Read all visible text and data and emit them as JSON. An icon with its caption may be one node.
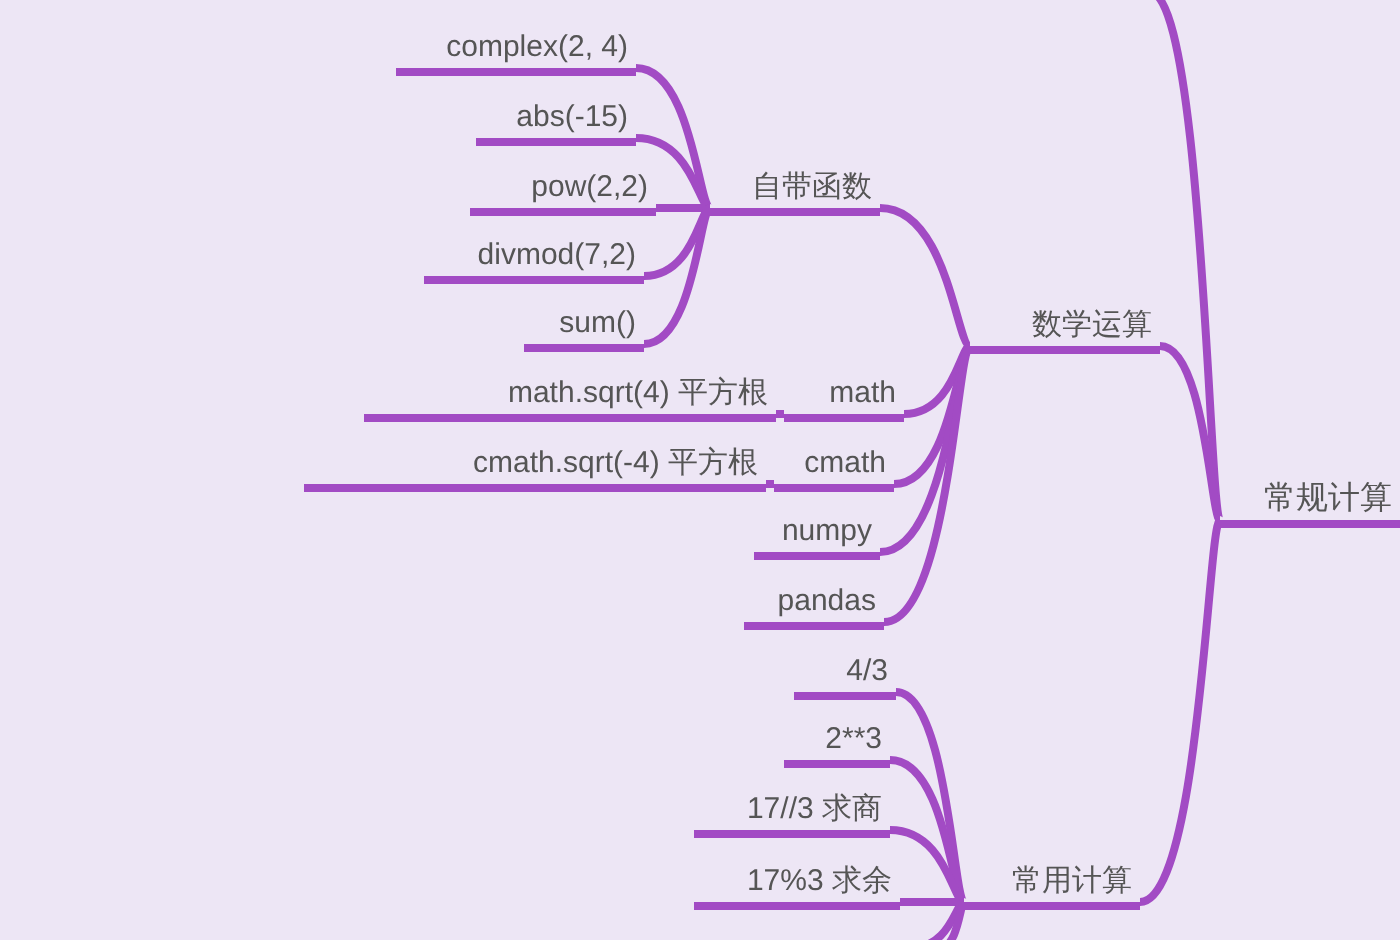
{
  "diagram": {
    "nodes": [
      {
        "text": [
          "常规计算"
        ]
      },
      {
        "text": [
          "数学运算"
        ]
      },
      {
        "text": [
          "自带函数"
        ]
      },
      {
        "text": [
          "complex(2, 4)"
        ]
      },
      {
        "text": [
          "abs(-15)"
        ]
      },
      {
        "text": [
          "pow(2,2)"
        ]
      },
      {
        "text": [
          "divmod(7,2)"
        ]
      },
      {
        "text": [
          "sum()"
        ]
      },
      {
        "text": [
          "math"
        ]
      },
      {
        "text": [
          "math.sqrt(4) 平方根"
        ]
      },
      {
        "text": [
          "cmath"
        ]
      },
      {
        "text": [
          "cmath.sqrt(-4) 平方根"
        ]
      },
      {
        "text": [
          "numpy"
        ]
      },
      {
        "text": [
          "pandas"
        ]
      },
      {
        "text": [
          "常用计算"
        ]
      },
      {
        "text": [
          "4/3"
        ]
      },
      {
        "text": [
          "2**3"
        ]
      },
      {
        "text": [
          "17//3 求商"
        ]
      },
      {
        "text": [
          "17%3 求余"
        ]
      }
    ],
    "edges": [
      {
        "from": null,
        "to": 0,
        "arrow": "none"
      },
      {
        "from": 0,
        "to": 1,
        "arrow": "none"
      },
      {
        "from": 1,
        "to": 2,
        "arrow": "none"
      },
      {
        "from": 2,
        "to": 3,
        "arrow": "none"
      },
      {
        "from": 2,
        "to": 4,
        "arrow": "none"
      },
      {
        "from": 2,
        "to": 5,
        "arrow": "none"
      },
      {
        "from": 2,
        "to": 6,
        "arrow": "none"
      },
      {
        "from": 2,
        "to": 7,
        "arrow": "none"
      },
      {
        "from": 1,
        "to": 8,
        "arrow": "none"
      },
      {
        "from": 8,
        "to": 9,
        "arrow": "none"
      },
      {
        "from": 1,
        "to": 10,
        "arrow": "none"
      },
      {
        "from": 10,
        "to": 11,
        "arrow": "none"
      },
      {
        "from": 1,
        "to": 12,
        "arrow": "none"
      },
      {
        "from": 1,
        "to": 13,
        "arrow": "none"
      },
      {
        "from": 0,
        "to": 14,
        "arrow": "none"
      },
      {
        "from": 14,
        "to": 15,
        "arrow": "none"
      },
      {
        "from": 14,
        "to": 16,
        "arrow": "none"
      },
      {
        "from": 14,
        "to": 17,
        "arrow": "none"
      },
      {
        "from": 14,
        "to": 18,
        "arrow": "none"
      },
      {
        "from": null,
        "to": 14,
        "arrow": "none"
      },
      {
        "from": null,
        "to": 14,
        "arrow": "none"
      }
    ]
  }
}
